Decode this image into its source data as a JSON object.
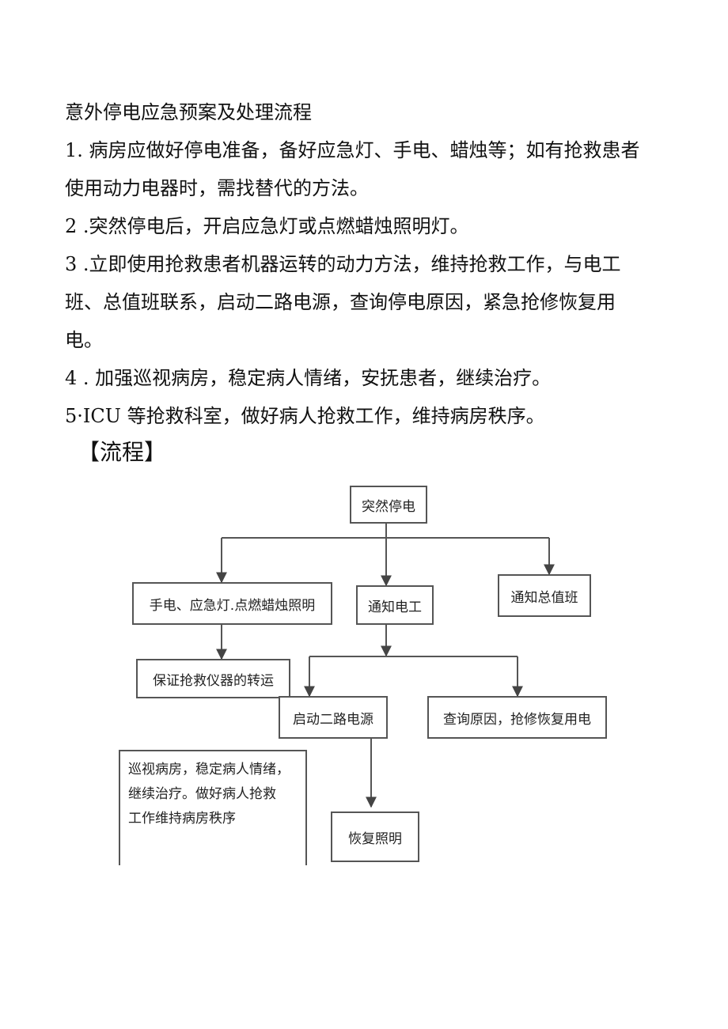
{
  "document": {
    "title": "意外停电应急预案及处理流程",
    "paragraphs": [
      {
        "lines": [
          "1. 病房应做好停电准备，备好应急灯、手电、蜡烛等；如有抢救患者",
          "使用动力电器时，需找替代的方法。"
        ]
      },
      {
        "lines": [
          "2 .突然停电后，开启应急灯或点燃蜡烛照明灯。"
        ]
      },
      {
        "lines": [
          "3 .立即使用抢救患者机器运转的动力方法，维持抢救工作，与电工",
          "班、总值班联系，启动二路电源，查询停电原因，紧急抢修恢复用",
          "电。"
        ]
      },
      {
        "lines": [
          "4 . 加强巡视病房，稳定病人情绪，安抚患者，继续治疗。"
        ]
      },
      {
        "lines": [
          "5·ICU 等抢救科室，做好病人抢救工作，维持病房秩序。"
        ]
      }
    ],
    "flow_heading": "【流程】"
  },
  "flowchart": {
    "nodes": {
      "sudden_outage": "突然停电",
      "flashlight_lighting": "手电、应急灯.点燃蜡烛照明",
      "notify_electrician": "通知电工",
      "notify_duty": "通知总值班",
      "ensure_equipment": "保证抢救仪器的转运",
      "start_second_power": "启动二路电源",
      "check_cause": "查询原因，抢修恢复用电",
      "patrol_note": [
        "巡视病房，稳定病人情绪，",
        "继续治疗。做好病人抢救",
        "工作维持病房秩序"
      ],
      "restore_lighting": "恢复照明"
    }
  }
}
